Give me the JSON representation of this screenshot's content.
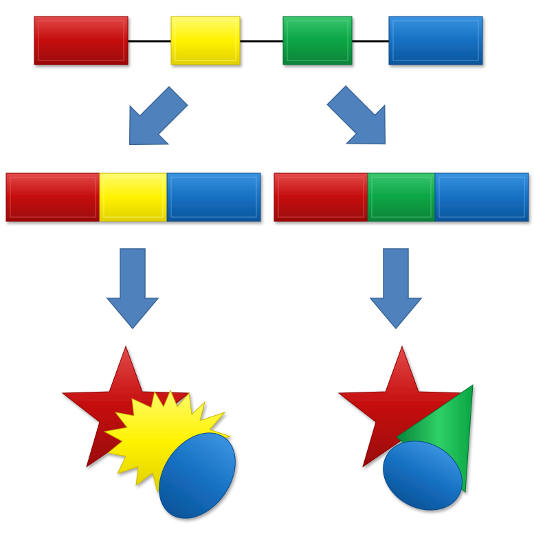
{
  "colors": {
    "red": "#c40c0c",
    "yellow": "#fff200",
    "green": "#0aa545",
    "blue": "#1570c2",
    "arrow": "#4f81bd",
    "line": "#000000"
  },
  "gene": {
    "exons": [
      "red",
      "yellow",
      "green",
      "blue"
    ]
  },
  "transcripts": [
    {
      "exons": [
        "red",
        "yellow",
        "blue"
      ],
      "product_shapes": [
        "red-star",
        "yellow-burst",
        "blue-ellipse"
      ]
    },
    {
      "exons": [
        "red",
        "green",
        "blue"
      ],
      "product_shapes": [
        "red-star",
        "green-cone",
        "blue-ellipse"
      ]
    }
  ]
}
